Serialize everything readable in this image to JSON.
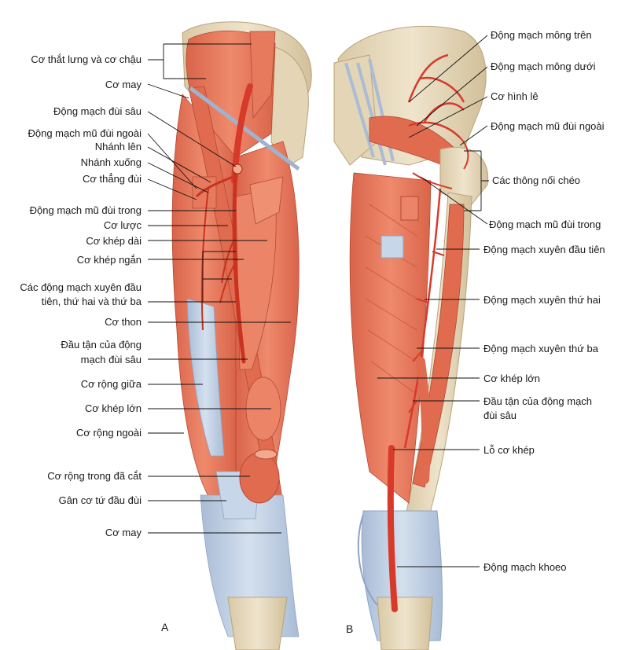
{
  "colors": {
    "muscle": "#e8775a",
    "muscle_dark": "#c9583e",
    "muscle_light": "#f2a184",
    "tendon": "#c4d3e6",
    "tendon_dark": "#9fb3cf",
    "bone": "#e8dcc3",
    "bone_dark": "#c9b896",
    "artery": "#d83a2a",
    "artery_dark": "#9e2316",
    "leader": "#111111"
  },
  "panels": {
    "a": "A",
    "b": "B"
  },
  "labels_left": [
    "Cơ thắt lưng và cơ chậu",
    "Cơ may",
    "Động mạch đùi sâu",
    "Động mạch mũ đùi ngoài",
    "Nhánh lên",
    "Nhánh xuống",
    "Cơ thẳng đùi",
    "Động mạch mũ đùi trong",
    "Cơ lược",
    "Cơ khép dài",
    "Cơ khép ngắn",
    "Các động mạch xuyên đầu",
    "tiên, thứ hai và thứ ba",
    "Cơ thon",
    "Đầu tận của động",
    "mạch đùi sâu",
    "Cơ rộng giữa",
    "Cơ khép lớn",
    "Cơ rộng ngoài",
    "Cơ rộng trong đã cắt",
    "Gân cơ tứ đầu đùi",
    "Cơ may"
  ],
  "labels_right": [
    "Động mạch mông trên",
    "Động mạch mông dưới",
    "Cơ hình lê",
    "Động mạch mũ đùi ngoài",
    "Các thông nối chéo",
    "Động mạch mũ đùi trong",
    "Động mạch xuyên đầu tiên",
    "Động mạch xuyên thứ hai",
    "Động mạch xuyên thứ ba",
    "Cơ khép lớn",
    "Đầu tận của động mạch",
    "đùi sâu",
    "Lỗ cơ khép",
    "Động mạch khoeo"
  ]
}
